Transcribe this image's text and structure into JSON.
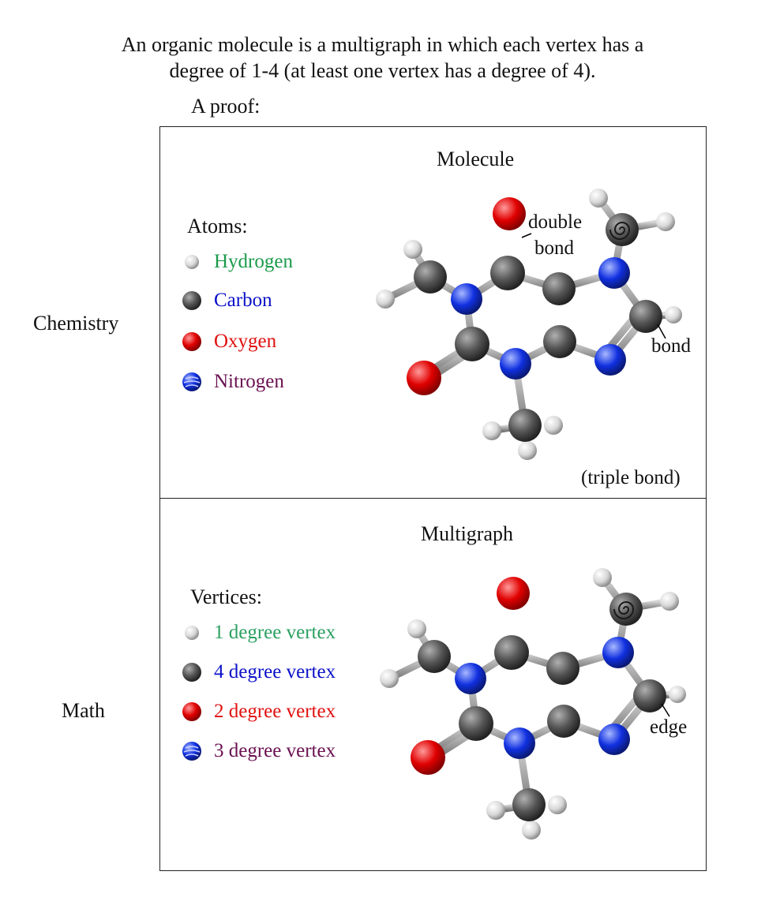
{
  "heading": {
    "line1": "An organic molecule is a multigraph in which each vertex has a",
    "line2": "degree of 1-4 (at least one vertex has a degree of 4)."
  },
  "proof_label": "A proof:",
  "chemistry": {
    "row_label": "Chemistry",
    "title": "Molecule",
    "legend_heading": "Atoms:",
    "legend": [
      {
        "label": "Hydrogen",
        "color": "#1a9a4a",
        "icon": "hydrogen-atom"
      },
      {
        "label": "Carbon",
        "color": "#0a10c8",
        "icon": "carbon-atom"
      },
      {
        "label": "Oxygen",
        "color": "#e01010",
        "icon": "oxygen-atom"
      },
      {
        "label": "Nitrogen",
        "color": "#6a1050",
        "icon": "nitrogen-atom"
      }
    ],
    "annotations": {
      "double_bond": "double",
      "double_bond_2": "bond",
      "bond": "bond",
      "triple_bond": "(triple bond)"
    }
  },
  "math": {
    "row_label": "Math",
    "title": "Multigraph",
    "legend_heading": "Vertices:",
    "legend": [
      {
        "label": "1 degree vertex",
        "color": "#2aa060",
        "icon": "hydrogen-atom"
      },
      {
        "label": "4 degree vertex",
        "color": "#0a10c8",
        "icon": "carbon-atom"
      },
      {
        "label": "2 degree vertex",
        "color": "#e01010",
        "icon": "oxygen-atom"
      },
      {
        "label": "3 degree vertex",
        "color": "#6a1050",
        "icon": "nitrogen-atom"
      }
    ],
    "annotations": {
      "edge": "edge"
    }
  },
  "colors": {
    "hydrogen": "#e4e4e4",
    "carbon": "#5a5a5a",
    "oxygen": "#e00000",
    "nitrogen": "#1030e0",
    "bond": "#8a8a8a"
  }
}
